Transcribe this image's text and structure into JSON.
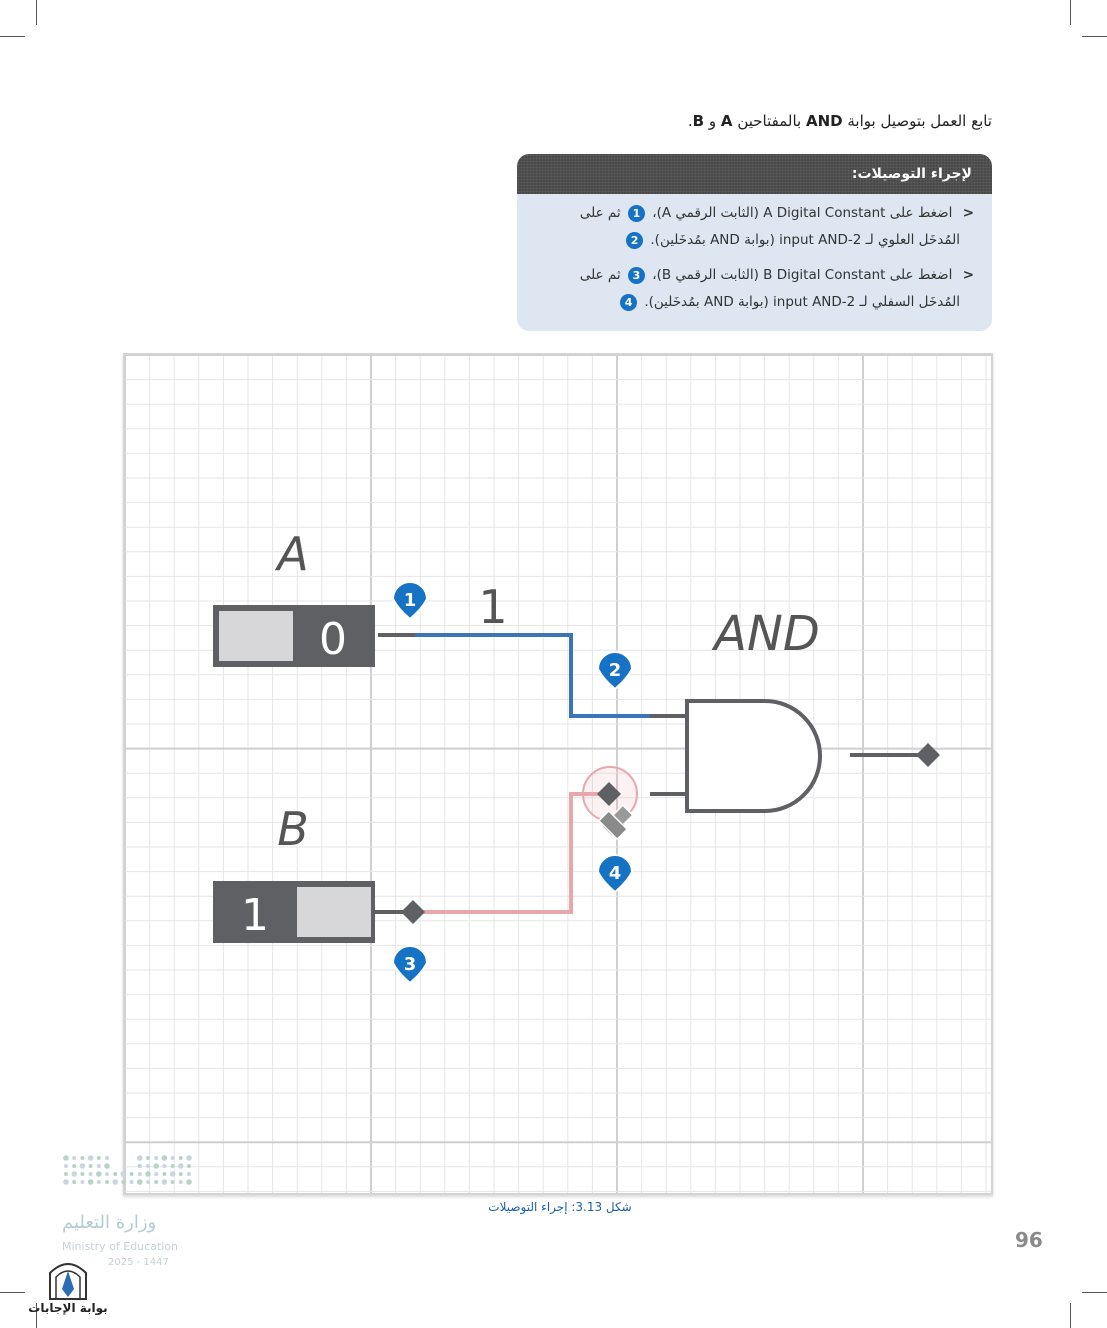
{
  "intro": {
    "text_1": "تابع العمل بتوصيل بوابة",
    "and": "AND",
    "text_2": "بالمفتاحين",
    "a": "A",
    "text_3": "و",
    "b": "B",
    "text_end": "."
  },
  "panel": {
    "title": "لإجراء التوصيلات:",
    "steps": [
      {
        "line1_prefix": "اضغط على",
        "line1_name": "A Digital Constant",
        "line1_ar": "(الثابت الرقمي A)،",
        "num1": "1",
        "line1_suffix": "ثم على",
        "line2_text": "المُدخَل العلوي لـ 2-input AND (بوابة AND بمُدخَلين).",
        "num2": "2"
      },
      {
        "line1_prefix": "اضغط على",
        "line1_name": "B Digital Constant",
        "line1_ar": "(الثابت الرقمي B)،",
        "num1": "3",
        "line1_suffix": "ثم على",
        "line2_text": "المُدخَل السفلي لـ 2-input AND (بوابة AND بمُدخَلين).",
        "num2": "4"
      }
    ]
  },
  "figure": {
    "label_a": "A",
    "label_b": "B",
    "value_a": "0",
    "value_b": "1",
    "wire_value": "1",
    "gate_label": "AND",
    "markers": [
      "1",
      "2",
      "3",
      "4"
    ],
    "colors": {
      "wire_connected": "#3a76b5",
      "wire_pending": "#e8a7ad",
      "switch_body": "#5f6064",
      "switch_knob": "#d7d7d9",
      "marker": "#1672c4",
      "grid_minor": "#e6e6e6",
      "grid_major": "#cfcfcf"
    }
  },
  "caption": "شكل 3.13: إجراء التوصيلات",
  "page_number": "96",
  "ministry": {
    "arabic": "وزارة التعليم",
    "english": "Ministry of Education",
    "year": "2025 - 1447"
  },
  "watermark": {
    "text": "بوابة الإجابات"
  }
}
